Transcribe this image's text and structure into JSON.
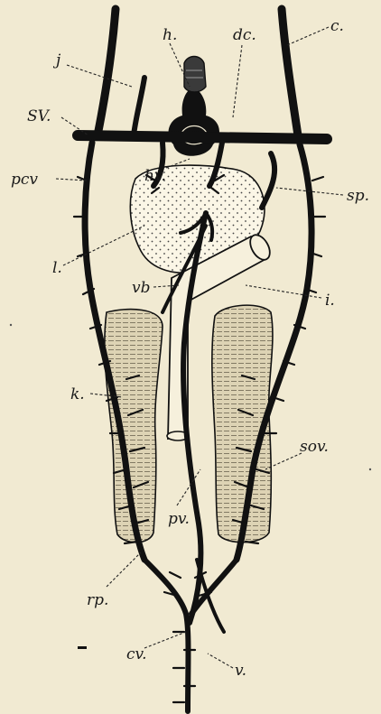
{
  "labels": {
    "h": "h.",
    "dc": "dc.",
    "c": "c.",
    "j": "j",
    "sv": "SV.",
    "pcv": "pcv",
    "hv": "hv.",
    "sp": "sp.",
    "l": "l.",
    "vb": "vb",
    "i": "i.",
    "k": "k.",
    "sov": "sov.",
    "pv": "pv.",
    "rp": "rp.",
    "cv": "cv.",
    "v": "v."
  },
  "colors": {
    "background": "#f1ead2",
    "ink": "#111111",
    "stipple": "#fbf6e6",
    "kidney": "#ddd3b4"
  }
}
